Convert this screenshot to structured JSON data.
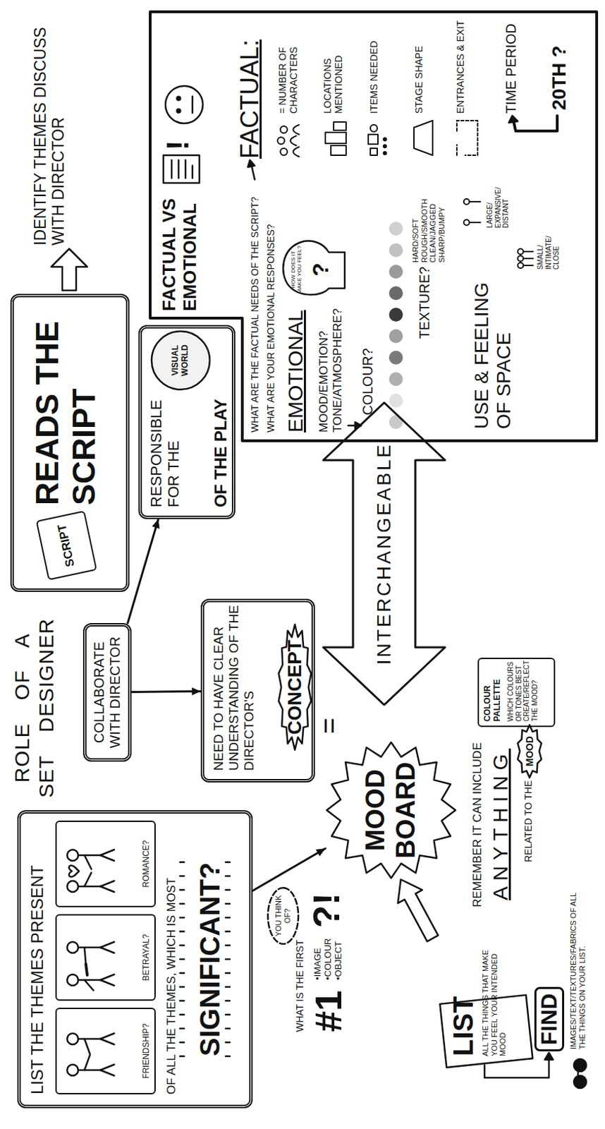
{
  "diagram": {
    "title": "ROLE OF A SET DESIGNER",
    "nodes": [
      {
        "text": [
          "COLLABORATE WITH DIRECTOR"
        ]
      },
      {
        "text": [
          "READS THE SCRIPT"
        ]
      },
      {
        "text": [
          "SCRIPT"
        ],
        "in": 1
      },
      {
        "text": [
          "RESPONSIBLE FOR THE",
          "OF THE PLAY"
        ]
      },
      {
        "text": [
          "VISUAL WORLD"
        ],
        "in": 3
      },
      {
        "text": [
          "NEED TO HAVE CLEAR UNDERSTANDING OF THE DIRECTOR'S"
        ]
      },
      {
        "text": [
          "CONCEPT"
        ],
        "in": 5
      },
      {
        "text": [
          "FACTUAL VS EMOTIONAL",
          "WHAT ARE THE FACTUAL NEEDS OF THE SCRIPT?",
          "WHAT ARE YOUR EMOTIONAL RESPONSES?"
        ]
      },
      {
        "text": [
          "HOW DOES IT MAKE YOU FEEL?",
          "?"
        ],
        "in": 7
      },
      {
        "text": [
          "LIST THE THEMES PRESENT",
          "OF ALL THE THEMES, WHICH IS MOST",
          "SIGNIFICANT?"
        ]
      },
      {
        "text": [
          "FRIENDSHIP?"
        ],
        "in": 9
      },
      {
        "text": [
          "BETRAYAL?"
        ],
        "in": 9
      },
      {
        "text": [
          "ROMANCE?"
        ],
        "in": 9
      },
      {
        "text": [
          "YOU THINK OF?"
        ]
      },
      {
        "text": [
          "MOOD BOARD"
        ]
      },
      {
        "text": [
          "INTERCHANGEABLE"
        ]
      },
      {
        "text": [
          "COLOUR PALLETTE",
          "WHICH COLOURS OR TONES BEST CREATE/REFLECT THE MOOD?"
        ]
      },
      {
        "text": [
          "MOOD"
        ]
      }
    ],
    "edges": [
      {
        "from": 0,
        "to": 3,
        "arrow": "to"
      },
      {
        "from": 0,
        "to": 5,
        "arrow": "to"
      },
      {
        "from": 9,
        "to": 14,
        "arrow": "to"
      }
    ],
    "labels": [
      "IDENTIFY THEMES DISCUSS WITH DIRECTOR",
      "!",
      "EMOTIONAL",
      "MOOD/EMOTION? TONE/ATMOSPHERE?",
      "COLOUR?",
      "TEXTURE?",
      "HARD/SOFT ROUGH/SMOOTH CLEAN/JAGGED SHARP/BUMPY",
      "USE & FEELING OF SPACE",
      "LARGE/ EXPANSIVE/ DISTANT",
      "SMALL/ INTIMATE/ CLOSE",
      "FACTUAL:",
      "= NUMBER OF CHARACTERS",
      "LOCATIONS MENTIONED",
      "ITEMS NEEDED",
      "STAGE SHAPE",
      "ENTRANCES & EXIT",
      "TIME PERIOD",
      "20TH ?",
      "WHAT IS THE FIRST",
      "#1",
      "•IMAGE •COLOUR •OBJECT",
      "?!",
      "=",
      "REMEMBER IT CAN INCLUDE",
      "ANYTHING",
      "RELATED TO THE",
      "LIST",
      "ALL THE THINGS THAT MAKE YOU FEEL YOUR INTENDED MOOD",
      "FIND",
      "IMAGES/TEXT/TEXTURES/FABRICS OF ALL THE THINGS ON YOUR LIST."
    ]
  }
}
